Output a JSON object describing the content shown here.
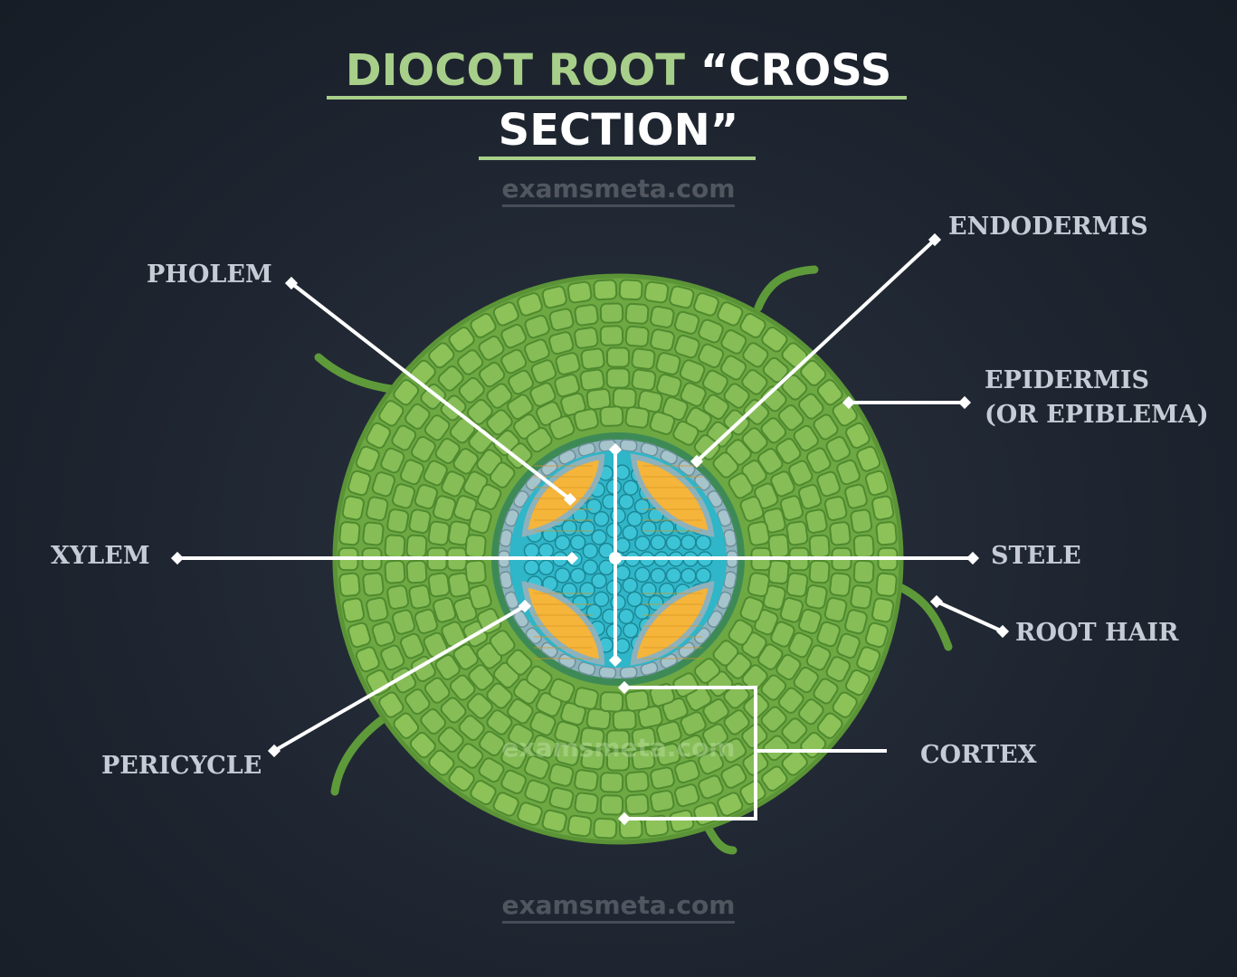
{
  "title": {
    "part1": "DIOCOT ROOT",
    "part2": "“CROSS",
    "line2": "SECTION”"
  },
  "watermarks": [
    "examsmeta.com",
    "examsmeta.com",
    "examsmeta.com"
  ],
  "labels": {
    "endodermis": "ENDODERMIS",
    "pholem": "PHOLEM",
    "epidermis_1": "EPIDERMIS",
    "epidermis_2": "(OR EPIBLEMA)",
    "xylem": "XYLEM",
    "stele": "STELE",
    "root_hair": "ROOT HAIR",
    "pericycle": "PERICYCLE",
    "cortex": "CORTEX"
  },
  "colors": {
    "title_green": "#a8cf8a",
    "cortex_green": "#7bb04a",
    "phloem_orange": "#f5b43a",
    "xylem_cyan": "#2fb6c8",
    "background": "#1e2530"
  }
}
